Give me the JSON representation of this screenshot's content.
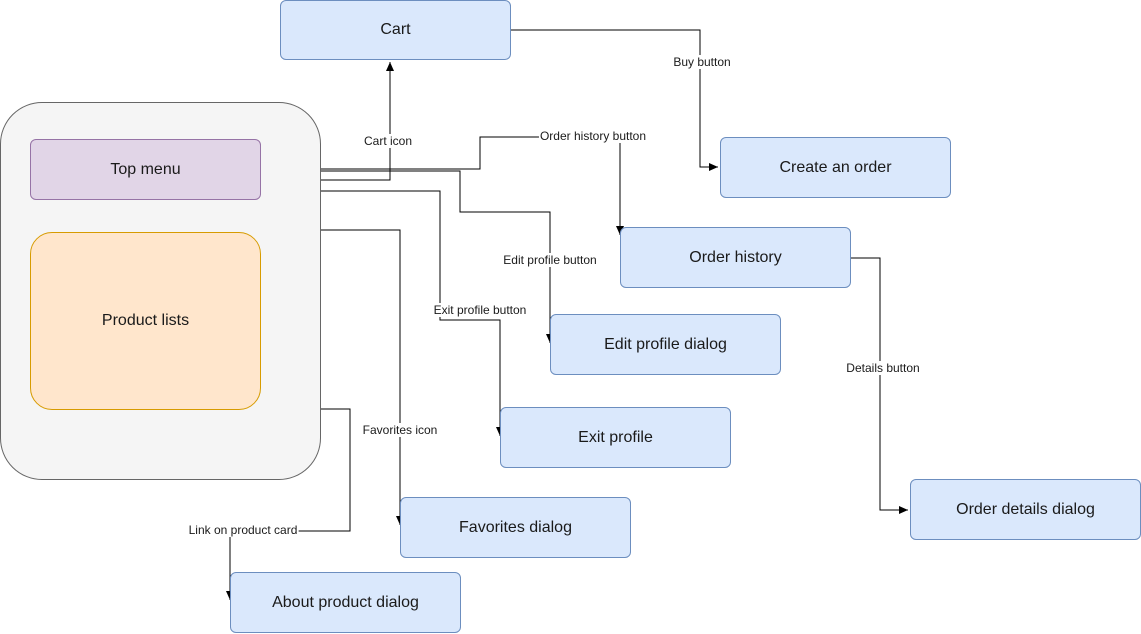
{
  "nodes": {
    "cart": "Cart",
    "top_menu": "Top menu",
    "product_lists": "Product lists",
    "create_order": "Create an order",
    "order_history": "Order history",
    "edit_profile_dialog": "Edit profile dialog",
    "exit_profile": "Exit profile",
    "favorites_dialog": "Favorites dialog",
    "order_details_dialog": "Order details dialog",
    "about_product_dialog": "About product dialog"
  },
  "edges": {
    "cart_icon": "Cart icon",
    "buy_button": "Buy button",
    "order_history_button": "Order history button",
    "edit_profile_button": "Edit profile button",
    "exit_profile_button": "Exit profile button",
    "favorites_icon": "Favorites icon",
    "details_button": "Details button",
    "link_on_product_card": "Link on product card"
  },
  "colors": {
    "box_fill": "#dae8fc",
    "box_stroke": "#6c8ebf",
    "top_menu_fill": "#e1d5e7",
    "product_lists_fill": "#ffe6cc",
    "container_fill": "#f5f5f5",
    "edge": "#000000"
  }
}
